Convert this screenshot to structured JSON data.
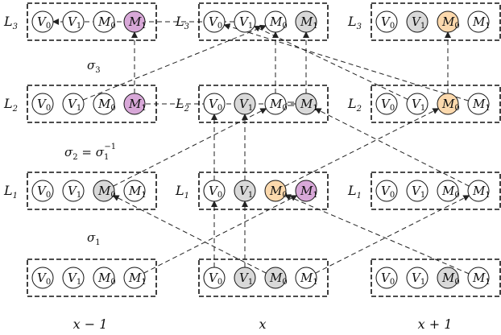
{
  "colors": {
    "white": "#ffffff",
    "gray": "#d9d9d9",
    "orange": "#fcd9ad",
    "purple": "#d8a8d8",
    "stroke": "#111111"
  },
  "columns": [
    {
      "label": "x − 1"
    },
    {
      "label": "x"
    },
    {
      "label": "x + 1"
    }
  ],
  "sigmas": [
    {
      "text": "σ",
      "sub": "3",
      "sup": ""
    },
    {
      "text": "σ",
      "sub": "2",
      "eq": " = σ",
      "eqsub": "1",
      "eqsup": "−1"
    },
    {
      "text": "σ",
      "sub": "1",
      "sup": ""
    }
  ],
  "boxes": [
    {
      "id": "L3-0",
      "row": 0,
      "col": 0,
      "label": "L",
      "labelsub": "3",
      "nodes": [
        {
          "t": "V",
          "s": "0",
          "c": "white"
        },
        {
          "t": "V",
          "s": "1",
          "c": "white"
        },
        {
          "t": "M",
          "s": "0",
          "c": "white"
        },
        {
          "t": "M",
          "s": "1",
          "c": "purple"
        }
      ]
    },
    {
      "id": "L3-1",
      "row": 0,
      "col": 1,
      "label": "L",
      "labelsub": "3",
      "nodes": [
        {
          "t": "V",
          "s": "0",
          "c": "white"
        },
        {
          "t": "V",
          "s": "1",
          "c": "white"
        },
        {
          "t": "M",
          "s": "0",
          "c": "white"
        },
        {
          "t": "M",
          "s": "1",
          "c": "gray"
        }
      ]
    },
    {
      "id": "L3-2",
      "row": 0,
      "col": 2,
      "label": "L",
      "labelsub": "3",
      "nodes": [
        {
          "t": "V",
          "s": "0",
          "c": "white"
        },
        {
          "t": "V",
          "s": "1",
          "c": "gray"
        },
        {
          "t": "M",
          "s": "0",
          "c": "orange"
        },
        {
          "t": "M",
          "s": "1",
          "c": "white"
        }
      ]
    },
    {
      "id": "L2-0",
      "row": 1,
      "col": 0,
      "label": "L",
      "labelsub": "2",
      "nodes": [
        {
          "t": "V",
          "s": "0",
          "c": "white"
        },
        {
          "t": "V",
          "s": "1",
          "c": "white"
        },
        {
          "t": "M",
          "s": "0",
          "c": "white"
        },
        {
          "t": "M",
          "s": "1",
          "c": "purple"
        }
      ]
    },
    {
      "id": "L2-1",
      "row": 1,
      "col": 1,
      "label": "L",
      "labelsub": "2",
      "nodes": [
        {
          "t": "V",
          "s": "0",
          "c": "white"
        },
        {
          "t": "V",
          "s": "1",
          "c": "gray"
        },
        {
          "t": "M",
          "s": "0",
          "c": "white"
        },
        {
          "t": "M",
          "s": "1",
          "c": "gray"
        }
      ]
    },
    {
      "id": "L2-2",
      "row": 1,
      "col": 2,
      "label": "L",
      "labelsub": "2",
      "nodes": [
        {
          "t": "V",
          "s": "0",
          "c": "white"
        },
        {
          "t": "V",
          "s": "1",
          "c": "white"
        },
        {
          "t": "M",
          "s": "0",
          "c": "orange"
        },
        {
          "t": "M",
          "s": "1",
          "c": "white"
        }
      ]
    },
    {
      "id": "L1-0",
      "row": 2,
      "col": 0,
      "label": "L",
      "labelsub": "1",
      "nodes": [
        {
          "t": "V",
          "s": "0",
          "c": "white"
        },
        {
          "t": "V",
          "s": "1",
          "c": "white"
        },
        {
          "t": "M",
          "s": "0",
          "c": "gray"
        },
        {
          "t": "M",
          "s": "1",
          "c": "white"
        }
      ]
    },
    {
      "id": "L1-1",
      "row": 2,
      "col": 1,
      "label": "L",
      "labelsub": "1",
      "nodes": [
        {
          "t": "V",
          "s": "0",
          "c": "white"
        },
        {
          "t": "V",
          "s": "1",
          "c": "gray"
        },
        {
          "t": "M",
          "s": "0",
          "c": "orange"
        },
        {
          "t": "M",
          "s": "1",
          "c": "purple"
        }
      ]
    },
    {
      "id": "L1-2",
      "row": 2,
      "col": 2,
      "label": "L",
      "labelsub": "1",
      "nodes": [
        {
          "t": "V",
          "s": "0",
          "c": "white"
        },
        {
          "t": "V",
          "s": "1",
          "c": "white"
        },
        {
          "t": "M",
          "s": "0",
          "c": "white"
        },
        {
          "t": "M",
          "s": "1",
          "c": "white"
        }
      ]
    },
    {
      "id": "L0-0",
      "row": 3,
      "col": 0,
      "label": "",
      "labelsub": "",
      "nodes": [
        {
          "t": "V",
          "s": "0",
          "c": "white"
        },
        {
          "t": "V",
          "s": "1",
          "c": "white"
        },
        {
          "t": "M",
          "s": "0",
          "c": "white"
        },
        {
          "t": "M",
          "s": "1",
          "c": "white"
        }
      ]
    },
    {
      "id": "L0-1",
      "row": 3,
      "col": 1,
      "label": "",
      "labelsub": "",
      "nodes": [
        {
          "t": "V",
          "s": "0",
          "c": "white"
        },
        {
          "t": "V",
          "s": "1",
          "c": "gray"
        },
        {
          "t": "M",
          "s": "0",
          "c": "gray"
        },
        {
          "t": "M",
          "s": "1",
          "c": "white"
        }
      ]
    },
    {
      "id": "L0-2",
      "row": 3,
      "col": 2,
      "label": "",
      "labelsub": "",
      "nodes": [
        {
          "t": "V",
          "s": "0",
          "c": "white"
        },
        {
          "t": "V",
          "s": "1",
          "c": "white"
        },
        {
          "t": "M",
          "s": "0",
          "c": "gray"
        },
        {
          "t": "M",
          "s": "1",
          "c": "white"
        }
      ]
    }
  ],
  "edges": [
    {
      "from": [
        "L3-1",
        1
      ],
      "to": [
        "L3-0",
        0
      ],
      "style": "dashed-arrow"
    },
    {
      "from": [
        "L2-0",
        1
      ],
      "to": [
        "L3-1",
        2
      ],
      "style": "dashed-arrow"
    },
    {
      "from": [
        "L2-0",
        3
      ],
      "to": [
        "L3-0",
        3
      ],
      "style": "dashed-arrow"
    },
    {
      "from": [
        "L2-1",
        2
      ],
      "to": [
        "L3-1",
        2
      ],
      "style": "dashed-arrow"
    },
    {
      "from": [
        "L2-1",
        3
      ],
      "to": [
        "L3-1",
        3
      ],
      "style": "dashed-arrow"
    },
    {
      "from": [
        "L2-1",
        3
      ],
      "to": [
        "L2-1",
        2
      ],
      "style": "equal"
    },
    {
      "from": [
        "L2-2",
        1
      ],
      "to": [
        "L3-1",
        1
      ],
      "style": "dashed-arrow"
    },
    {
      "from": [
        "L2-2",
        2
      ],
      "to": [
        "L3-2",
        2
      ],
      "style": "dashed-arrow"
    },
    {
      "from": [
        "L2-2",
        3
      ],
      "to": [
        "L3-1",
        0
      ],
      "style": "dashed-arrow"
    },
    {
      "from": [
        "L1-0",
        2
      ],
      "to": [
        "L2-1",
        2
      ],
      "style": "dashed-arrow"
    },
    {
      "from": [
        "L1-1",
        0
      ],
      "to": [
        "L2-1",
        0
      ],
      "style": "dashed-arrow"
    },
    {
      "from": [
        "L1-1",
        1
      ],
      "to": [
        "L2-1",
        1
      ],
      "style": "dashed-arrow"
    },
    {
      "from": [
        "L1-1",
        2
      ],
      "to": [
        "L2-2",
        2
      ],
      "style": "dashed-arrow"
    },
    {
      "from": [
        "L1-2",
        3
      ],
      "to": [
        "L2-1",
        3
      ],
      "style": "dashed-arrow"
    },
    {
      "from": [
        "L2-1",
        3
      ],
      "to": [
        "L2-0",
        3
      ],
      "style": "dashed-line"
    },
    {
      "from": [
        "L0-0",
        3
      ],
      "to": [
        "L1-1",
        3
      ],
      "style": "dashed-arrow"
    },
    {
      "from": [
        "L0-1",
        0
      ],
      "to": [
        "L1-1",
        0
      ],
      "style": "dashed-arrow"
    },
    {
      "from": [
        "L0-1",
        1
      ],
      "to": [
        "L1-1",
        1
      ],
      "style": "dashed-arrow"
    },
    {
      "from": [
        "L0-1",
        2
      ],
      "to": [
        "L1-0",
        2
      ],
      "style": "dashed-arrow"
    },
    {
      "from": [
        "L0-1",
        3
      ],
      "to": [
        "L1-2",
        3
      ],
      "style": "dashed-arrow"
    },
    {
      "from": [
        "L0-2",
        3
      ],
      "to": [
        "L1-1",
        2
      ],
      "style": "dashed-arrow"
    }
  ]
}
